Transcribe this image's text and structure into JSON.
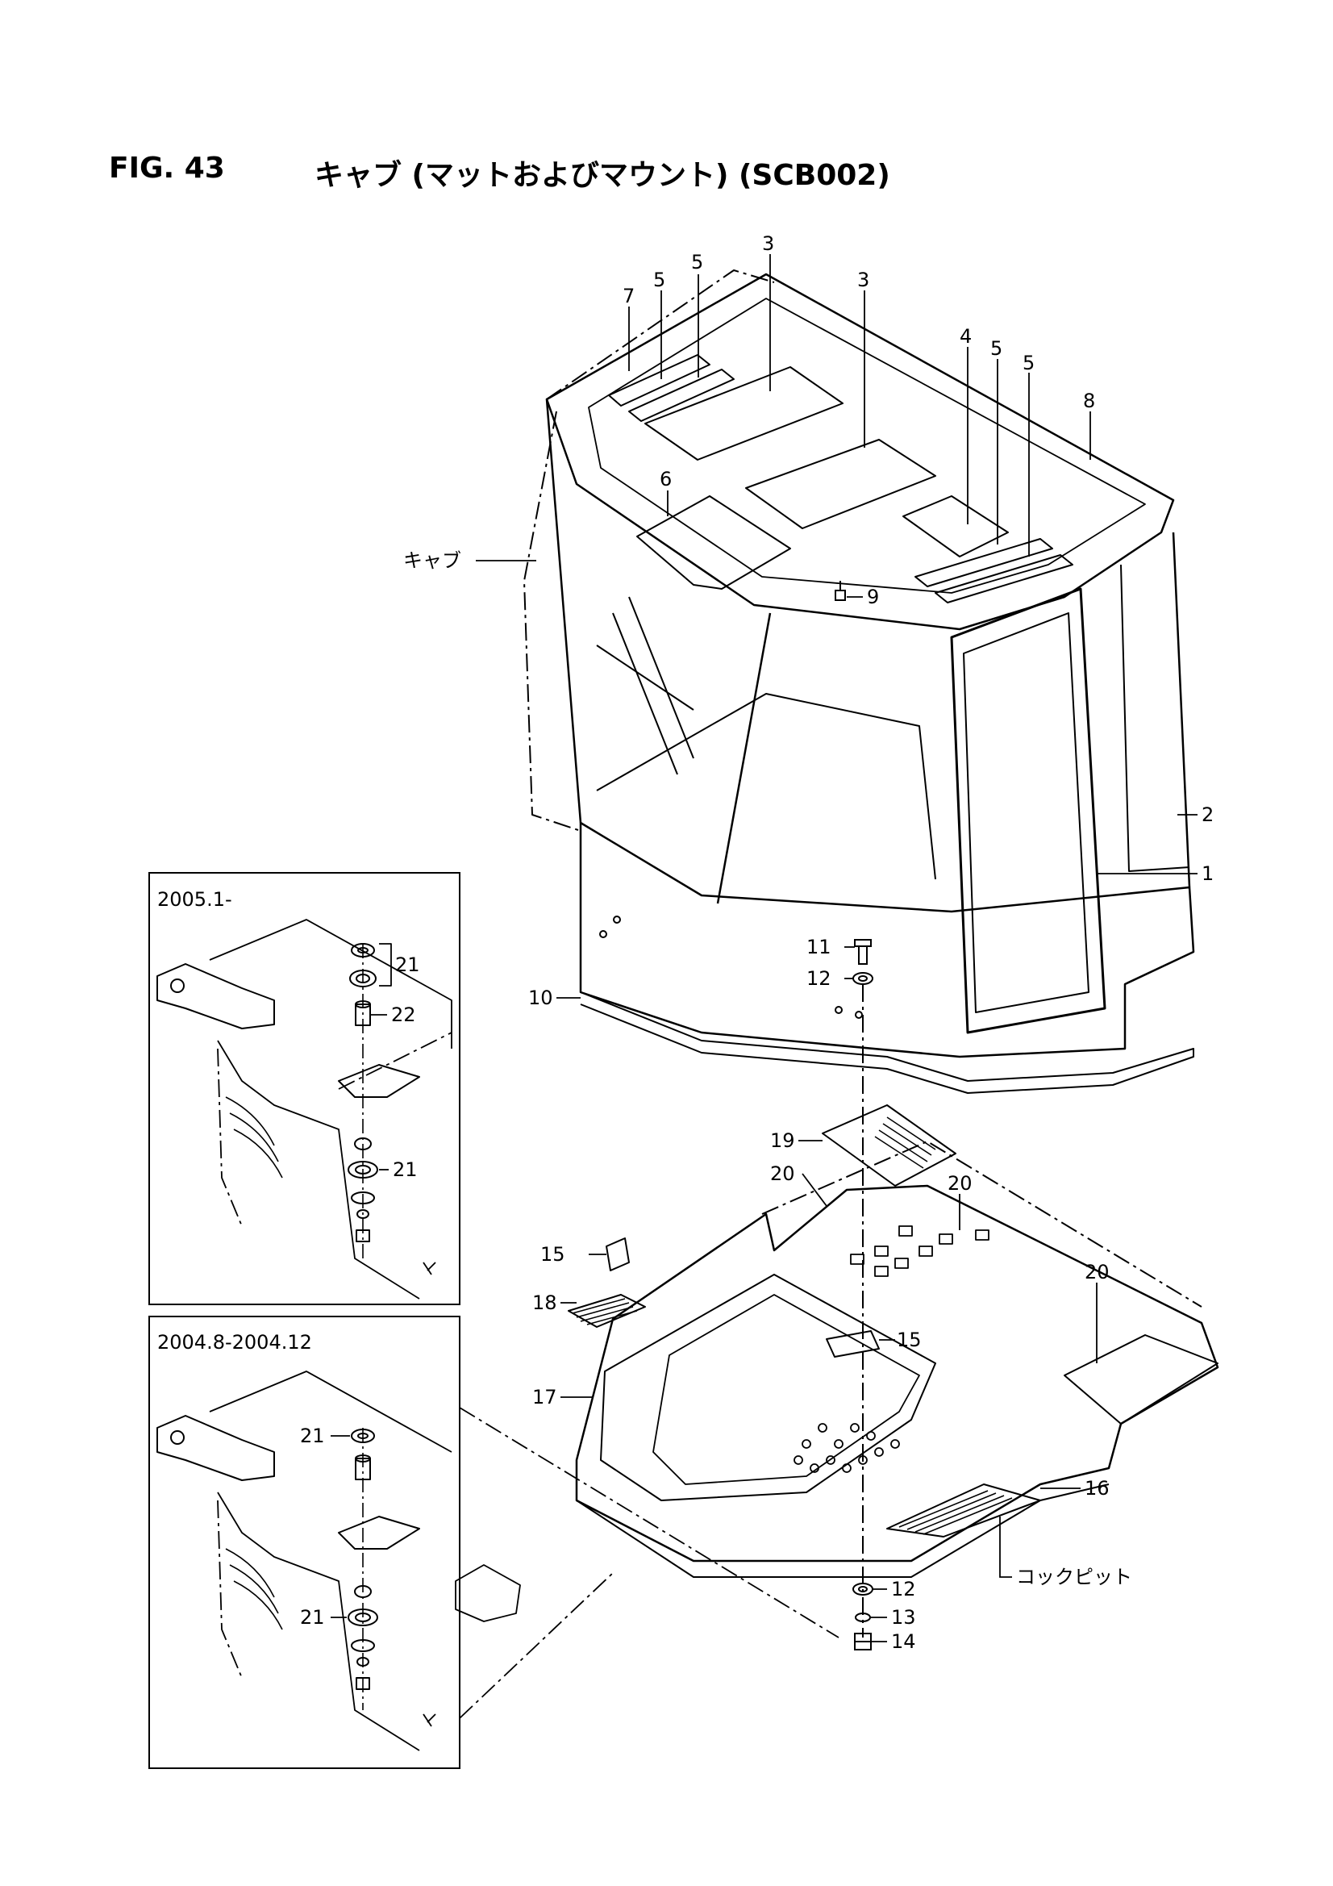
{
  "figure": {
    "number": "FIG. 43",
    "title": "キャブ (マットおよびマウント) (SCB002)"
  },
  "assemblies": {
    "cab": "キャブ",
    "cockpit": "コックピット"
  },
  "insets": [
    {
      "label": "2005.1-"
    },
    {
      "label": "2004.8-2004.12"
    }
  ],
  "callouts": {
    "c1": "1",
    "c2": "2",
    "c3a": "3",
    "c3b": "3",
    "c4": "4",
    "c5a": "5",
    "c5b": "5",
    "c5c": "5",
    "c5d": "5",
    "c6": "6",
    "c7": "7",
    "c8": "8",
    "c9": "9",
    "c10": "10",
    "c11": "11",
    "c12a": "12",
    "c12b": "12",
    "c13": "13",
    "c14": "14",
    "c15a": "15",
    "c15b": "15",
    "c16": "16",
    "c17": "17",
    "c18": "18",
    "c19": "19",
    "c20a": "20",
    "c20b": "20",
    "c20c": "20",
    "i1_21a": "21",
    "i1_22": "22",
    "i1_21b": "21",
    "i2_21a": "21",
    "i2_21b": "21"
  }
}
